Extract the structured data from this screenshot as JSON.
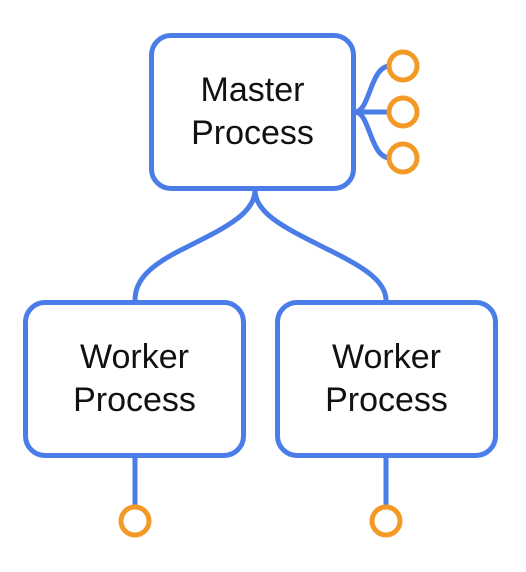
{
  "nodes": {
    "master": {
      "line1": "Master",
      "line2": "Process"
    },
    "worker_left": {
      "line1": "Worker",
      "line2": "Process"
    },
    "worker_right": {
      "line1": "Worker",
      "line2": "Process"
    }
  },
  "colors": {
    "box_border": "#4a7de8",
    "connector": "#4a7de8",
    "port_ring": "#f39a26"
  }
}
